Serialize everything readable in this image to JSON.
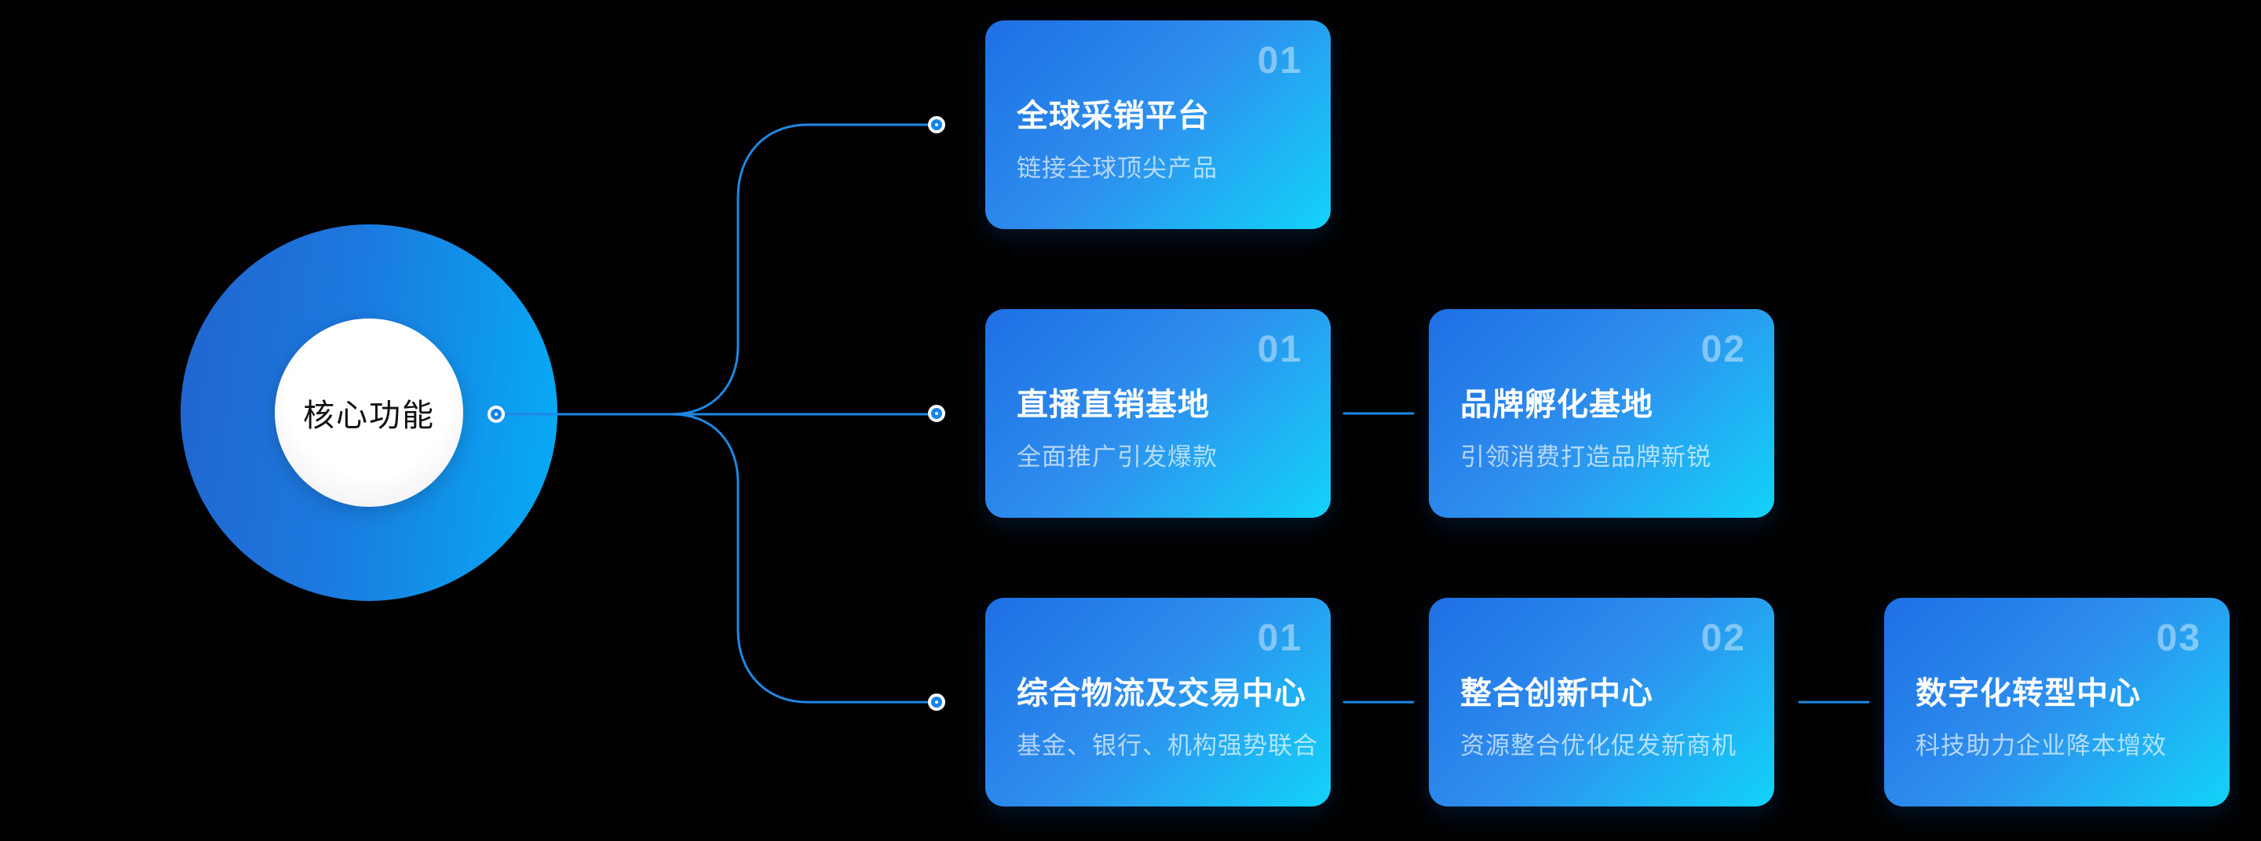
{
  "center": {
    "label": "核心功能"
  },
  "colors": {
    "background": "#000000",
    "connector_line": "#1E88E5",
    "circle_gradient_start": "#2264CF",
    "circle_gradient_end": "#05AEF7",
    "card_gradient_start": "#1E6FE4",
    "card_gradient_end": "#12D3F9",
    "card_title_color": "#FFFFFF"
  },
  "cards": [
    {
      "number": "01",
      "title": "全球采销平台",
      "subtitle": "链接全球顶尖产品"
    },
    {
      "number": "01",
      "title": "直播直销基地",
      "subtitle": "全面推广引发爆款"
    },
    {
      "number": "02",
      "title": "品牌孵化基地",
      "subtitle": "引领消费打造品牌新锐"
    },
    {
      "number": "01",
      "title": "综合物流及交易中心",
      "subtitle": "基金、银行、机构强势联合"
    },
    {
      "number": "02",
      "title": "整合创新中心",
      "subtitle": "资源整合优化促发新商机"
    },
    {
      "number": "03",
      "title": "数字化转型中心",
      "subtitle": "科技助力企业降本增效"
    }
  ]
}
